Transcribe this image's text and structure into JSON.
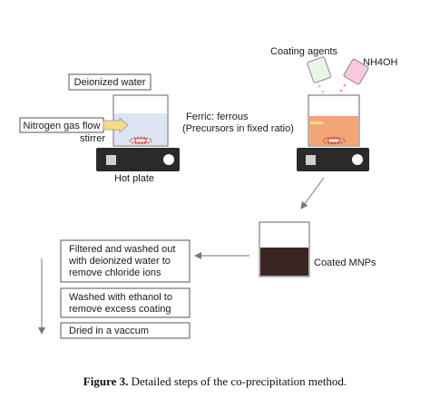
{
  "diagram": {
    "labels": {
      "deionized_water": "Deionized water",
      "nitrogen_gas_flow": "Nitrogen gas flow",
      "stirrer": "stirrer",
      "hot_plate": "Hot plate",
      "ferric_ferrous": "Ferric: ferrous",
      "precursors": "(Precursors in fixed ratio)",
      "coating_agents": "Coating agents",
      "nh4oh": "NH4OH",
      "coated_mnps": "Coated MNPs"
    },
    "steps": [
      {
        "lines": [
          "Filtered and washed out",
          "with deionized water to",
          "remove chloride ions"
        ]
      },
      {
        "lines": [
          "Washed with ethanol to",
          "remove excess coating"
        ]
      },
      {
        "lines": [
          "Dried in a vaccum"
        ]
      }
    ],
    "colors": {
      "water": "#dde4f4",
      "mixture": "#f2a677",
      "coated_mnps": "#3a2620",
      "nitrogen_box": "#fff5c8",
      "nitrogen_arrow": "#f7d98a",
      "coating_bottle": "#e8f6e8",
      "nh4oh_bottle": "#f9c9de",
      "stir_bar": "#d9302a",
      "hot_plate": "#2a2a2a"
    }
  },
  "caption": {
    "label": "Figure 3.",
    "text": "Detailed steps of the co-precipitation method."
  }
}
